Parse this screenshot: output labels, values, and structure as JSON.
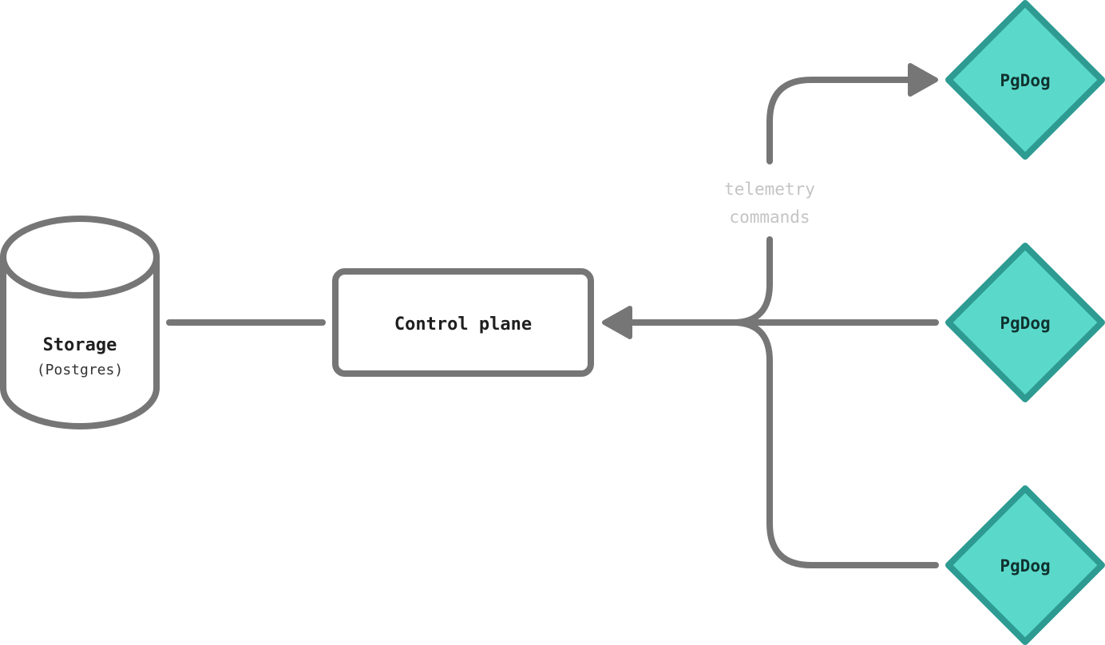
{
  "storage": {
    "title": "Storage",
    "subtitle": "(Postgres)"
  },
  "control_plane": {
    "label": "Control plane"
  },
  "connection": {
    "line1": "telemetry",
    "line2": "commands"
  },
  "nodes": [
    {
      "label": "PgDog"
    },
    {
      "label": "PgDog"
    },
    {
      "label": "PgDog"
    }
  ],
  "colors": {
    "line": "#767676",
    "node_fill": "#5ad9cb",
    "node_stroke": "#2e9b92"
  }
}
